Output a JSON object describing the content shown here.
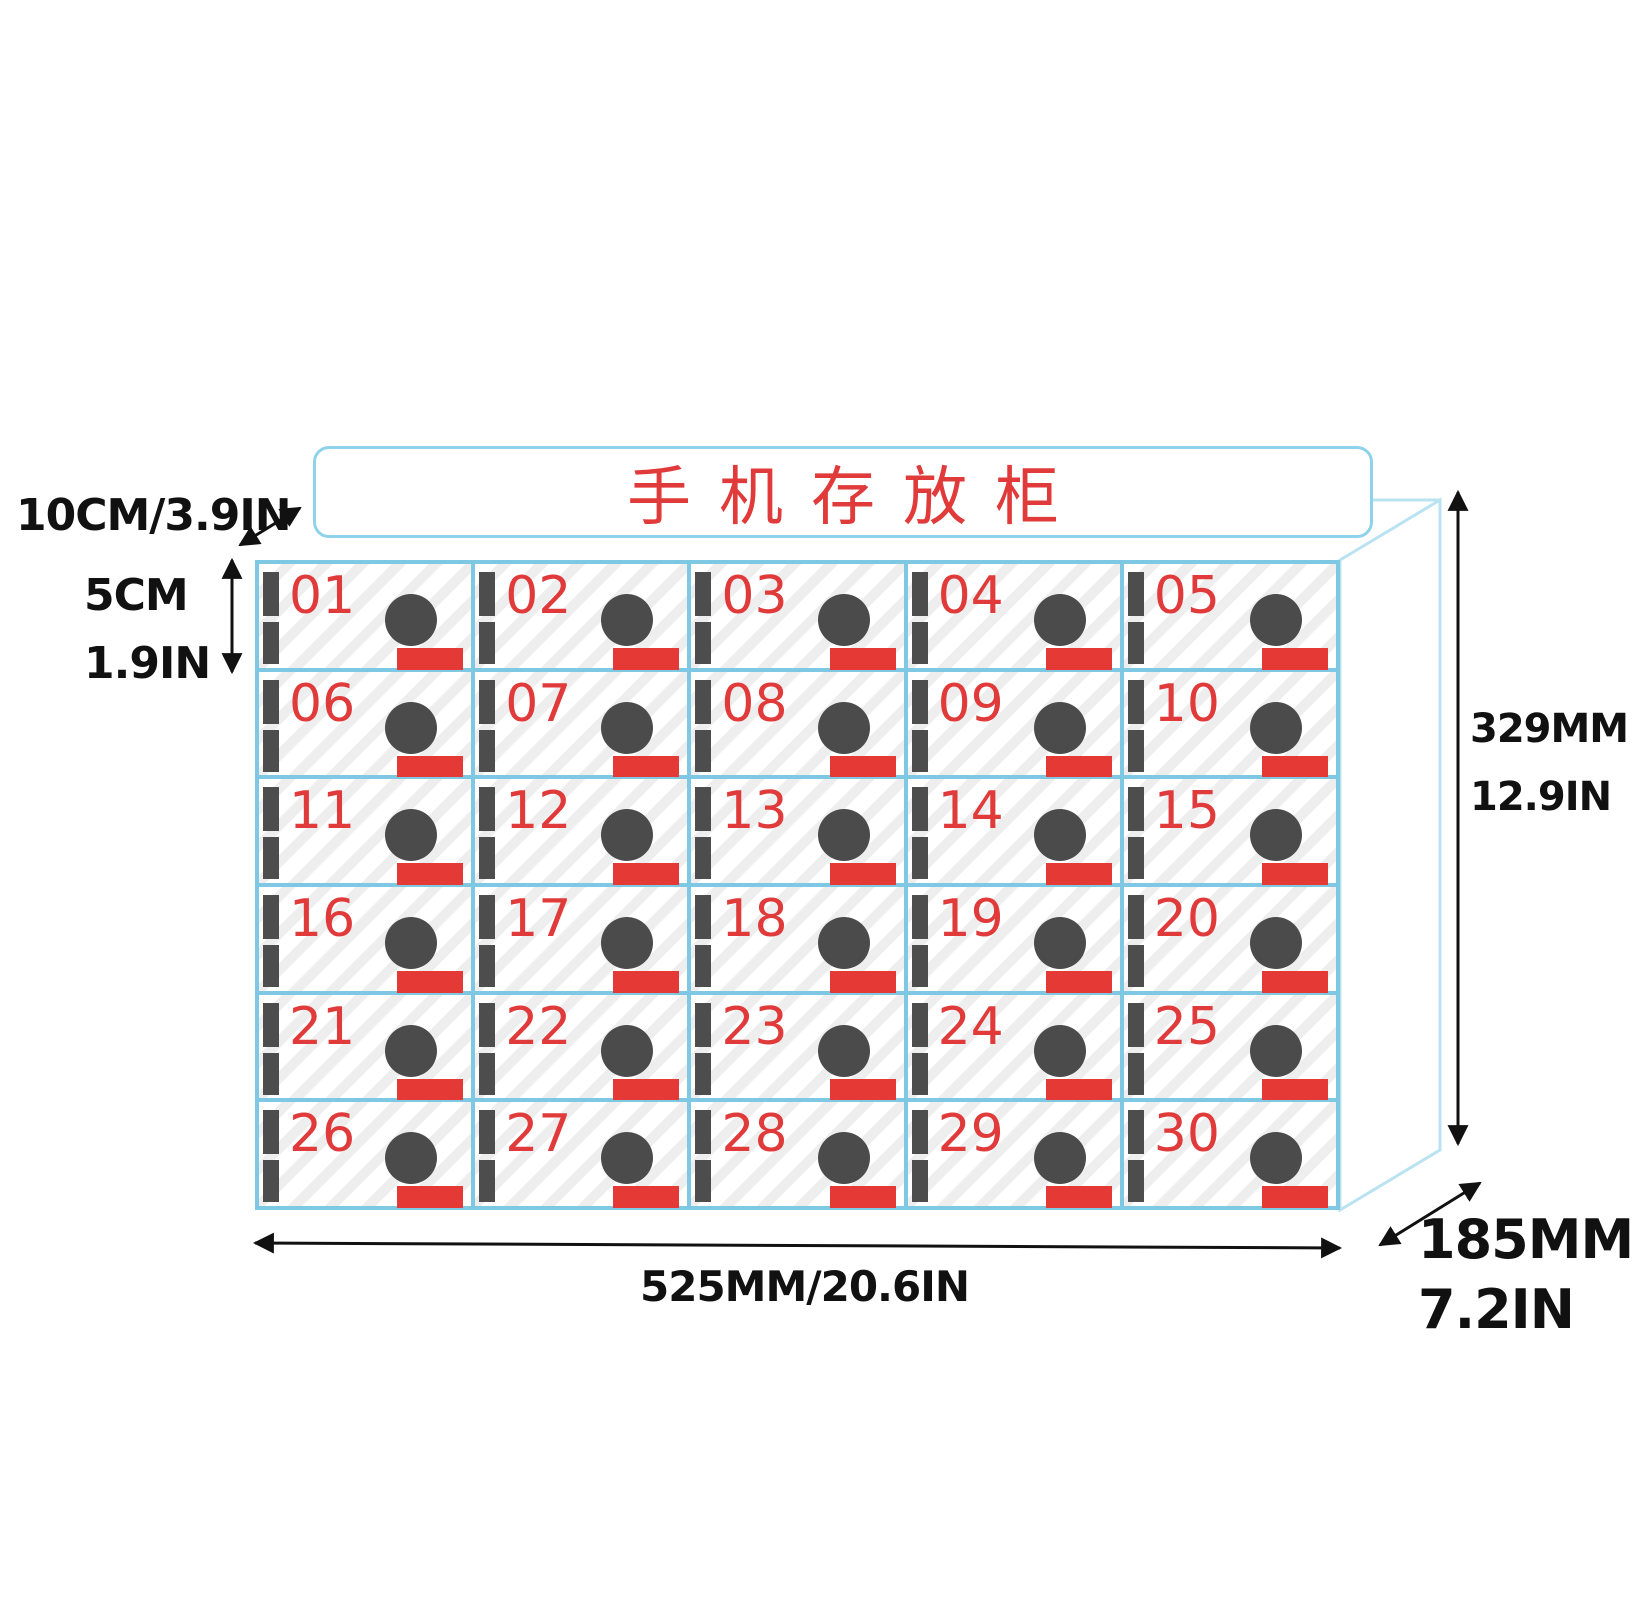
{
  "cabinet": {
    "title": "手机存放柜",
    "slots": [
      "01",
      "02",
      "03",
      "04",
      "05",
      "06",
      "07",
      "08",
      "09",
      "10",
      "11",
      "12",
      "13",
      "14",
      "15",
      "16",
      "17",
      "18",
      "19",
      "20",
      "21",
      "22",
      "23",
      "24",
      "25",
      "26",
      "27",
      "28",
      "29",
      "30"
    ],
    "colors": {
      "frame": "#7ec8e3",
      "number": "#e03a3a",
      "avatar": "#4b4b4b",
      "tag": "#e53935"
    }
  },
  "dimensions": {
    "header_depth": "10CM/3.9IN",
    "slot_height_cm": "5CM",
    "slot_height_in": "1.9IN",
    "height_mm": "329MM",
    "height_in": "12.9IN",
    "width": "525MM/20.6IN",
    "depth_mm": "185MM",
    "depth_in": "7.2IN"
  }
}
